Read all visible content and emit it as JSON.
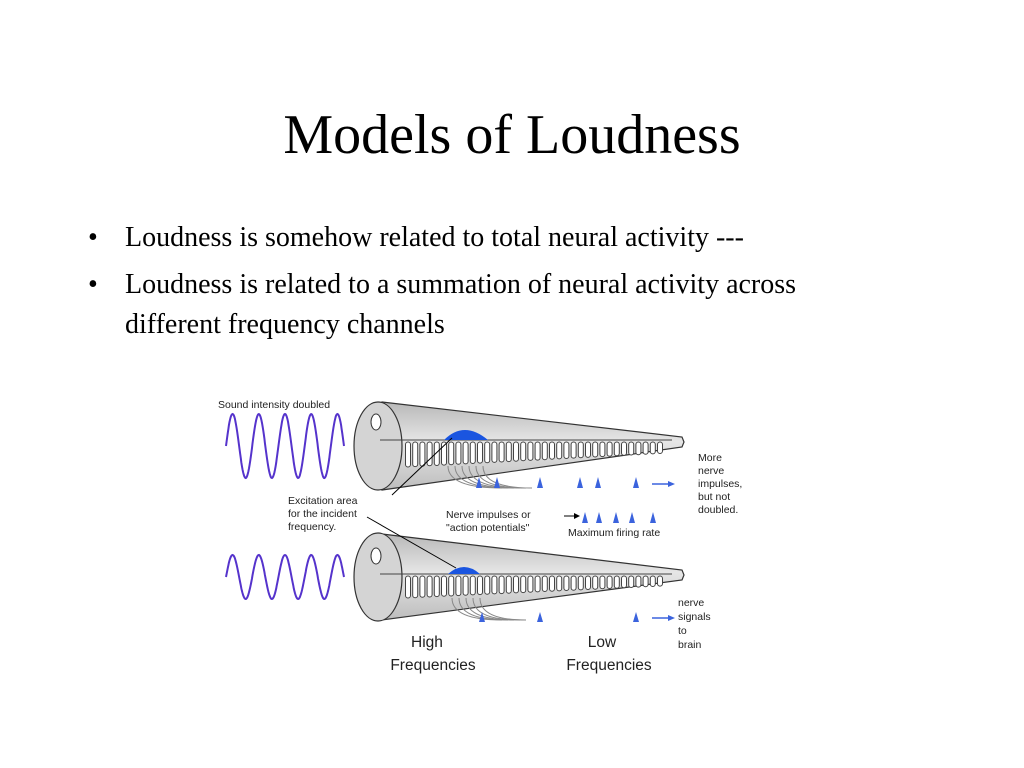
{
  "slide": {
    "title": "Models of Loudness",
    "bullets": [
      "Loudness is somehow related to total neural activity ---",
      "Loudness is related to a summation of neural activity across different frequency channels"
    ],
    "bullet_marker": "•"
  },
  "diagram": {
    "sound_label": "Sound intensity doubled",
    "excitation_label": [
      "Excitation area",
      "for the incident",
      "frequency."
    ],
    "nerve_impulses_label": [
      "Nerve impulses or",
      "\"action potentials\""
    ],
    "max_rate_label": "Maximum firing rate",
    "more_label": [
      "More",
      "nerve",
      "impulses,",
      "but not",
      "doubled."
    ],
    "signals_label": [
      "nerve",
      "signals",
      "to",
      "brain"
    ],
    "high_label": [
      "High",
      "Frequencies"
    ],
    "low_label": [
      "Low",
      "Frequencies"
    ],
    "colors": {
      "wave": "#5533cc",
      "excitation": "#1a55e0",
      "cochlea_fill": "#cfcfcf",
      "cochlea_light": "#ebebeb",
      "impulse": "#3b63dd"
    }
  }
}
